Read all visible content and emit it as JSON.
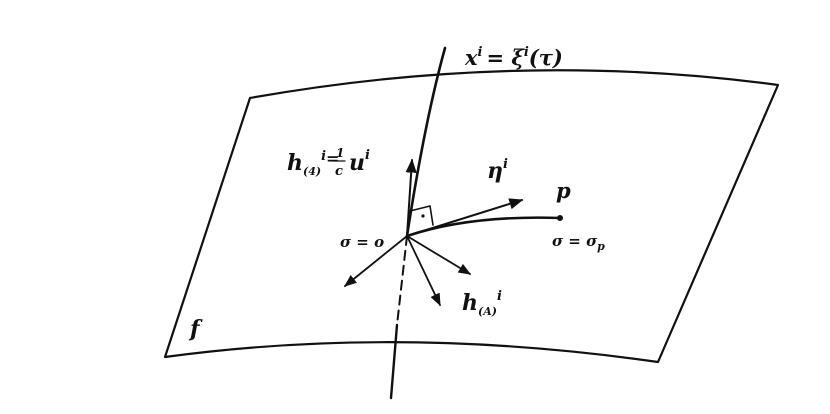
{
  "figure": {
    "labels": {
      "worldline": "x",
      "worldline_sup": "i",
      "worldline_eq": "= ξ",
      "worldline_eq_sup": "i",
      "worldline_arg": "(τ)",
      "h4_main": "h",
      "h4_sub": "(4)",
      "h4_sup": "i",
      "h4_eq": "=",
      "frac_num": "1",
      "frac_den": "c",
      "u_main": "u",
      "u_sup": "i",
      "eta": "η",
      "eta_sup": "i",
      "point_p": "p",
      "sigma_zero": "σ = o",
      "sigma_p_main": "σ = σ",
      "sigma_p_sub": "p",
      "hA_main": "h",
      "hA_sub": "(A)",
      "hA_sup": "i",
      "surface": "f"
    }
  }
}
